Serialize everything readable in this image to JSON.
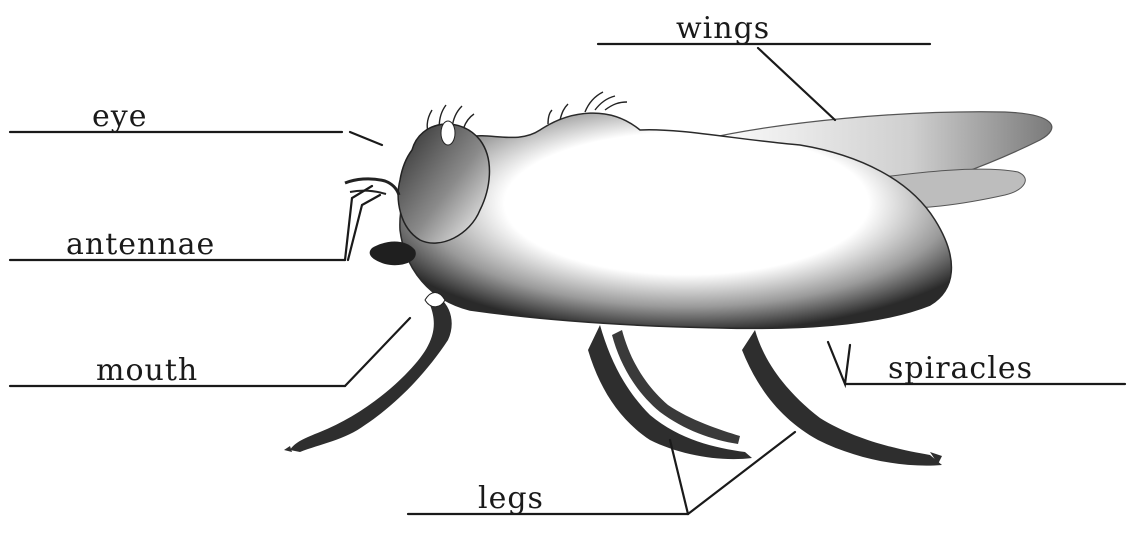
{
  "diagram": {
    "subject": "insect-side-view",
    "labels": {
      "eye": "eye",
      "antennae": "antennae",
      "mouth": "mouth",
      "wings": "wings",
      "spiracles": "spiracles",
      "legs": "legs"
    },
    "colors": {
      "ink": "#1a1a1a",
      "body_shade": "#3a3a3a",
      "background": "#ffffff"
    }
  }
}
